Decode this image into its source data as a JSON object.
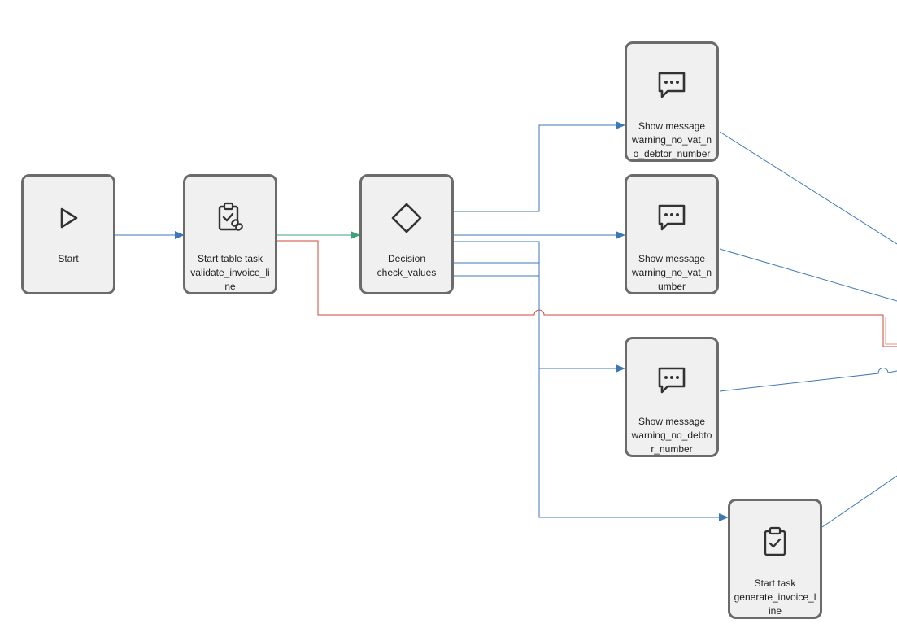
{
  "colors": {
    "node_fill": "#f0f0f0",
    "node_border": "#6b6b6b",
    "edge_default": "#3d78b4",
    "edge_success": "#3fa37a",
    "edge_error": "#cc4a3a"
  },
  "nodes": {
    "start": {
      "type": "start",
      "icon": "play-icon",
      "lines": [
        "Start"
      ]
    },
    "start_table_task": {
      "type": "start-table-task",
      "icon": "clipboard-link-icon",
      "lines": [
        "Start table task",
        "validate_invoice_li",
        "ne"
      ]
    },
    "decision": {
      "type": "decision",
      "icon": "diamond-icon",
      "lines": [
        "Decision",
        "check_values"
      ]
    },
    "msg_no_vat_no_debtor": {
      "type": "show-message",
      "icon": "message-icon",
      "lines": [
        "Show message",
        "warning_no_vat_n",
        "o_debtor_number"
      ]
    },
    "msg_no_vat_number": {
      "type": "show-message",
      "icon": "message-icon",
      "lines": [
        "Show message",
        "warning_no_vat_n",
        "umber"
      ]
    },
    "msg_no_debtor_number": {
      "type": "show-message",
      "icon": "message-icon",
      "lines": [
        "Show message",
        "warning_no_debto",
        "r_number"
      ]
    },
    "start_task_generate": {
      "type": "start-task",
      "icon": "clipboard-check-icon",
      "lines": [
        "Start task",
        "generate_invoice_l",
        "ine"
      ]
    }
  },
  "edges": [
    {
      "from": "start",
      "to": "start_table_task",
      "kind": "default"
    },
    {
      "from": "start_table_task",
      "to": "decision",
      "kind": "success"
    },
    {
      "from": "start_table_task",
      "to": "offscreen-right",
      "kind": "error"
    },
    {
      "from": "decision",
      "to": "msg_no_vat_no_debtor",
      "kind": "default"
    },
    {
      "from": "decision",
      "to": "msg_no_vat_number",
      "kind": "default"
    },
    {
      "from": "decision",
      "to": "msg_no_debtor_number",
      "kind": "default"
    },
    {
      "from": "decision",
      "to": "start_task_generate",
      "kind": "default"
    },
    {
      "from": "msg_no_vat_no_debtor",
      "to": "offscreen-right",
      "kind": "default"
    },
    {
      "from": "msg_no_vat_number",
      "to": "offscreen-right",
      "kind": "default"
    },
    {
      "from": "msg_no_debtor_number",
      "to": "offscreen-right",
      "kind": "default"
    },
    {
      "from": "start_task_generate",
      "to": "offscreen-right",
      "kind": "default"
    }
  ]
}
